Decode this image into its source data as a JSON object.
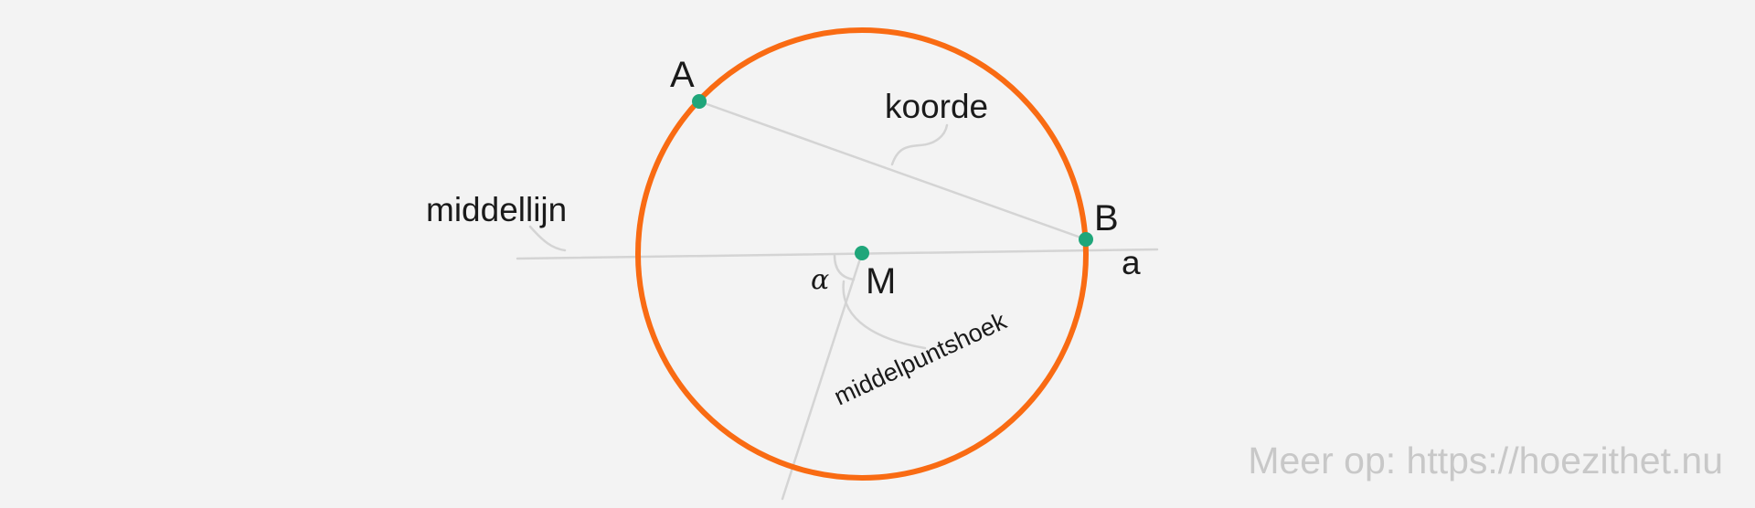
{
  "diagram": {
    "points": {
      "A": "A",
      "B": "B",
      "M": "M"
    },
    "labels": {
      "chord": "koorde",
      "diameter": "middellijn",
      "line": "a",
      "central_angle": "middelpuntshoek",
      "angle_symbol": "α"
    },
    "watermark": "Meer op: https://hoezithet.nu",
    "colors": {
      "circle": "#f96b13",
      "point": "#1fa67a",
      "line": "#d4d4d4",
      "background": "#f3f3f3",
      "text": "#1a1a1a",
      "watermark": "#c8c8c8"
    }
  }
}
